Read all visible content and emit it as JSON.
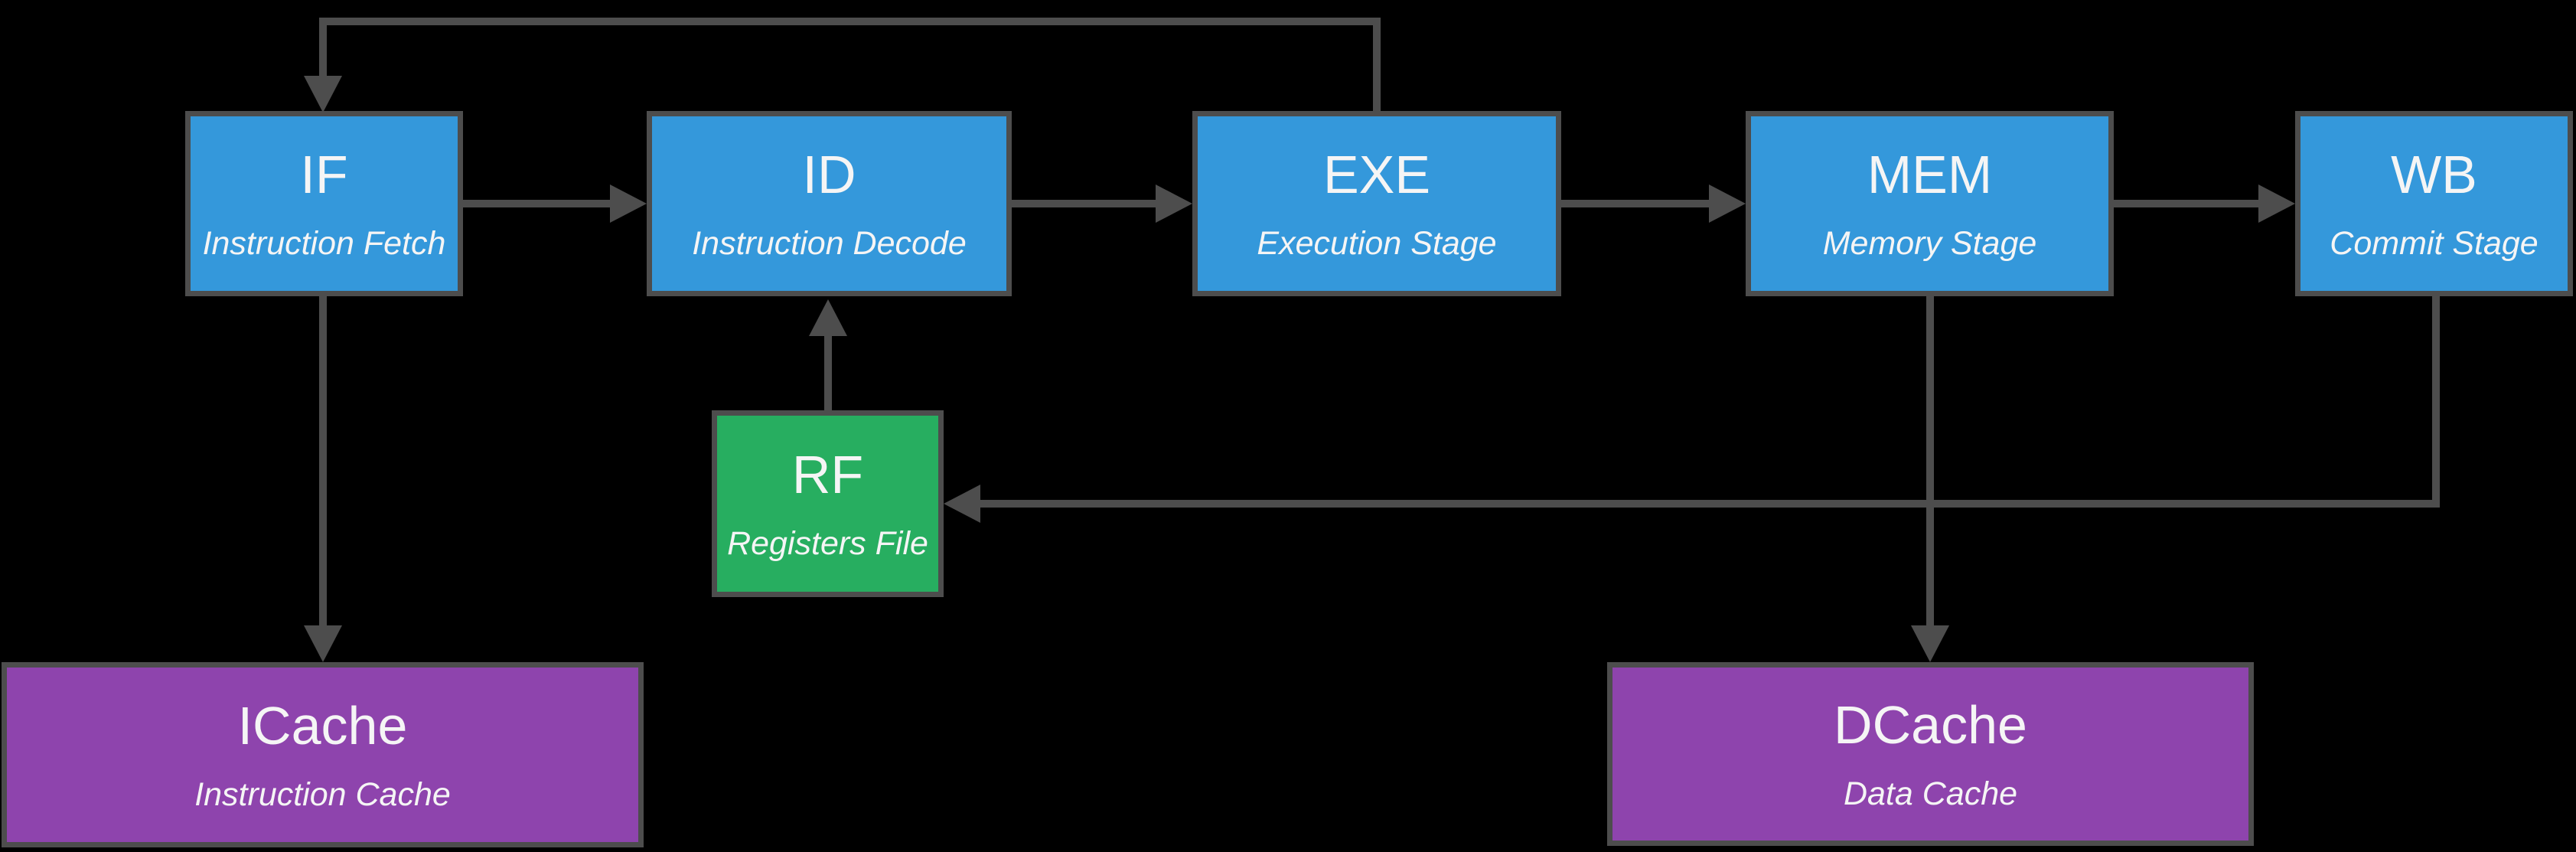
{
  "diagram": {
    "kind": "cpu-pipeline-diagram",
    "nodes": {
      "if": {
        "title": "IF",
        "subtitle": "Instruction Fetch"
      },
      "id": {
        "title": "ID",
        "subtitle": "Instruction Decode"
      },
      "exe": {
        "title": "EXE",
        "subtitle": "Execution Stage"
      },
      "mem": {
        "title": "MEM",
        "subtitle": "Memory Stage"
      },
      "wb": {
        "title": "WB",
        "subtitle": "Commit Stage"
      },
      "rf": {
        "title": "RF",
        "subtitle": "Registers File"
      },
      "icache": {
        "title": "ICache",
        "subtitle": "Instruction Cache"
      },
      "dcache": {
        "title": "DCache",
        "subtitle": "Data Cache"
      }
    },
    "edges": [
      {
        "from": "if",
        "to": "id"
      },
      {
        "from": "id",
        "to": "exe"
      },
      {
        "from": "exe",
        "to": "mem"
      },
      {
        "from": "mem",
        "to": "wb"
      },
      {
        "from": "exe",
        "to": "if",
        "route": "top-feedback"
      },
      {
        "from": "if",
        "to": "icache"
      },
      {
        "from": "mem",
        "to": "dcache"
      },
      {
        "from": "rf",
        "to": "id"
      },
      {
        "from": "wb",
        "to": "rf",
        "route": "down-then-left"
      }
    ],
    "colors": {
      "stage_fill": "#3498db",
      "register_fill": "#27ae60",
      "cache_fill": "#8e44ad",
      "connector": "#4d4d4d",
      "border": "#4d4d4d",
      "text": "#f5f5f5",
      "background": "#000000"
    }
  }
}
